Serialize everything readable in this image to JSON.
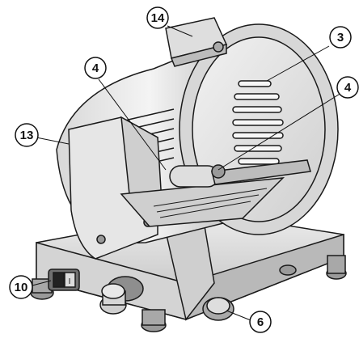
{
  "callouts": [
    {
      "id": "c14",
      "label": "14"
    },
    {
      "id": "c3",
      "label": "3"
    },
    {
      "id": "c4a",
      "label": "4"
    },
    {
      "id": "c4b",
      "label": "4"
    },
    {
      "id": "c13",
      "label": "13"
    },
    {
      "id": "c10",
      "label": "10"
    },
    {
      "id": "c6",
      "label": "6"
    }
  ],
  "colors": {
    "line": "#1a1a1a",
    "metal_light": "#e9e9e9",
    "metal_mid": "#c9c9c9",
    "metal_dark": "#8c8c8c"
  },
  "icons": {
    "switch": "power-switch-icon",
    "knob": "knob-icon"
  }
}
